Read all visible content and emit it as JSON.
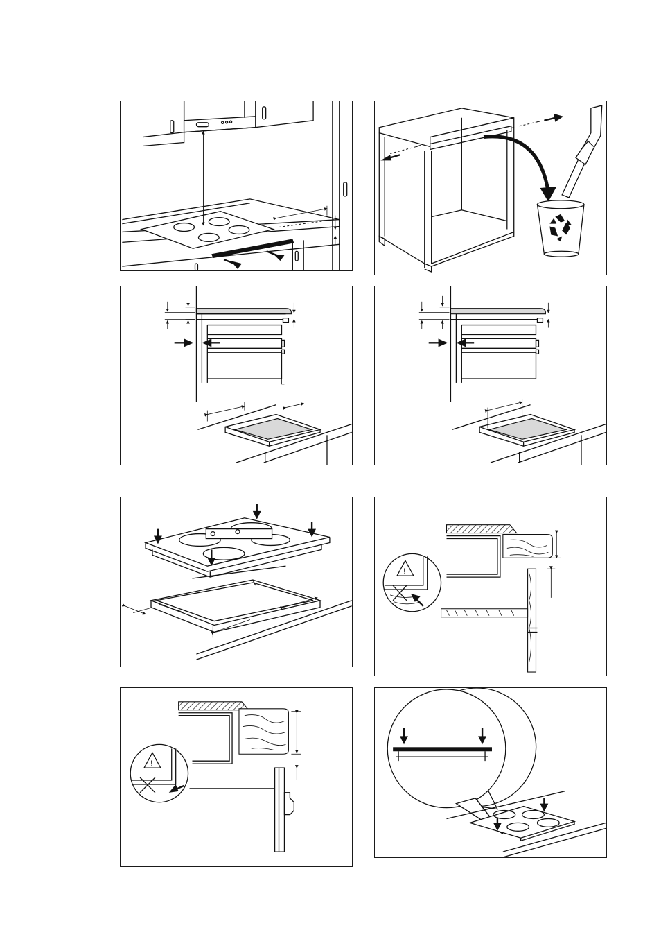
{
  "figures": [
    {
      "id": "p1",
      "subject": "hood-above-hob-clearance"
    },
    {
      "id": "p2",
      "subject": "cabinet-crossbar-removal-recycle"
    },
    {
      "id": "p3",
      "subject": "cutout-dimensions-drawer-unit-a"
    },
    {
      "id": "p4",
      "subject": "cutout-dimensions-drawer-unit-b"
    },
    {
      "id": "p5",
      "subject": "hob-seal-and-brackets"
    },
    {
      "id": "p6",
      "subject": "worktop-edge-warning-a"
    },
    {
      "id": "p7",
      "subject": "worktop-edge-warning-b"
    },
    {
      "id": "p8",
      "subject": "hob-seating-detail"
    }
  ],
  "icons": {
    "warning": "warning-triangle-icon",
    "recycle": "recycle-icon",
    "arrow": "arrow-icon"
  },
  "colors": {
    "line": "#111111",
    "fill_grey": "#d9d9d9",
    "background": "#ffffff"
  }
}
